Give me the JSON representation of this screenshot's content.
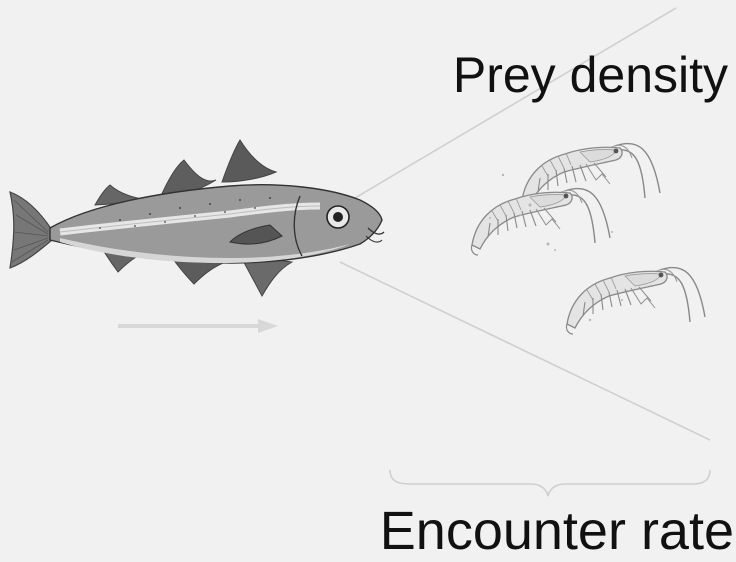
{
  "labels": {
    "prey_density": "Prey density",
    "encounter_rate": "Encounter rate"
  },
  "figure": {
    "predator_icon": "cod-fish-icon",
    "prey_icon": "krill-icon",
    "prey_count": 3,
    "motion_icon": "arrow-right-icon",
    "field_of_view_icon": "vision-cone-lines",
    "brace_icon": "horizontal-brace-icon"
  },
  "colors": {
    "background": "#f1f1f1",
    "text": "#111111",
    "lines": "#d0d0d0",
    "arrow": "#d8d8d8"
  }
}
